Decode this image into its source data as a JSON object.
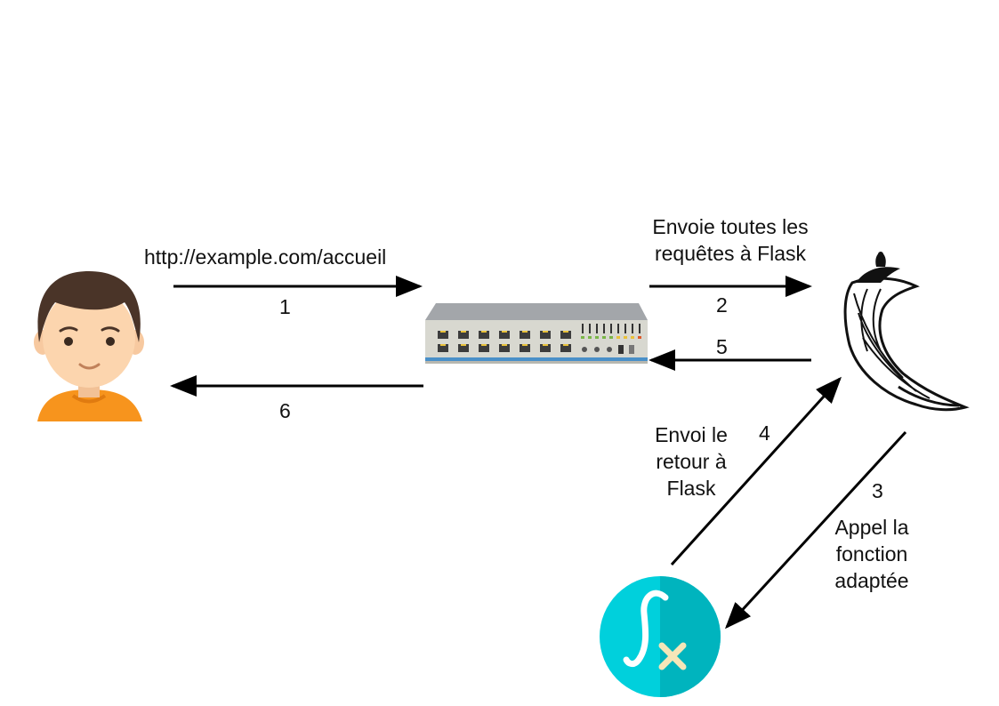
{
  "diagram": {
    "labels": {
      "url": "http://example.com/accueil",
      "to_flask_line1": "Envoie toutes les",
      "to_flask_line2": "requêtes à Flask",
      "return_line1": "Envoi le",
      "return_line2": "retour à",
      "return_line3": "Flask",
      "call_line1": "Appel la",
      "call_line2": "fonction",
      "call_line3": "adaptée"
    },
    "steps": [
      "1",
      "2",
      "3",
      "4",
      "5",
      "6"
    ],
    "nodes": {
      "user": "user-avatar-icon",
      "server": "web-server-switch-icon",
      "flask": "flask-horn-logo",
      "function": "function-icon"
    },
    "colors": {
      "arrow": "#000000",
      "skin": "#fcd5ae",
      "hair": "#4a3428",
      "shirt": "#f7941d",
      "server_body": "#d8d8d0",
      "server_top": "#a3a6aa",
      "function_light": "#00d0dc",
      "function_dark": "#00b4be",
      "function_x": "#f5e6b8"
    }
  }
}
